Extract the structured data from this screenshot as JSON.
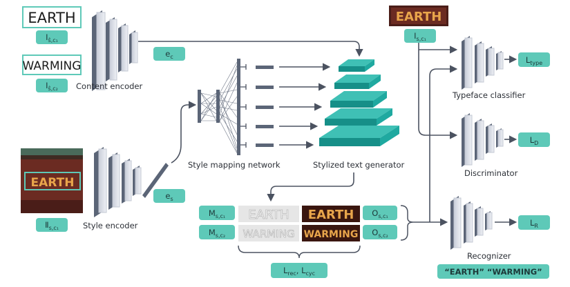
{
  "labels": {
    "content_encoder": "Content encoder",
    "style_encoder": "Style encoder",
    "style_mapping": "Style mapping network",
    "stylized_generator": "Stylized text generator",
    "typeface_classifier": "Typeface classifier",
    "discriminator": "Discriminator",
    "recognizer": "Recognizer"
  },
  "words": {
    "earth": "EARTH",
    "warming": "WARMING",
    "recognizer_output": "“EARTH” “WARMING”"
  },
  "tags": {
    "ec": {
      "main": "e",
      "sub": "c"
    },
    "es": {
      "main": "e",
      "sub": "s"
    },
    "i_hat_c1": {
      "main": "I",
      "sub": "ŝ,c₁"
    },
    "i_hat_c2": {
      "main": "I",
      "sub": "ŝ,c₂"
    },
    "i_s_c1_top": {
      "main": "I",
      "sub": "s,c₁"
    },
    "i_s_c1_style": {
      "main": "Ⅱ",
      "sub": "s,c₁"
    },
    "m1": {
      "main": "M",
      "sub": "s,c₁"
    },
    "m2": {
      "main": "M",
      "sub": "s,c₂"
    },
    "o1": {
      "main": "O",
      "sub": "s,c₁"
    },
    "o2": {
      "main": "O",
      "sub": "s,c₂"
    },
    "l_type": {
      "main": "L",
      "sub": "type"
    },
    "l_d": {
      "main": "L",
      "sub": "D"
    },
    "l_r": {
      "main": "L",
      "sub": "R"
    },
    "l_rec_cyc": {
      "main": "L",
      "sub": "rec",
      "sep": ", L",
      "sub2": "cyc"
    }
  },
  "colors": {
    "teal_tag": "#5ec9b8",
    "teal_block": "#1fa9a0",
    "layer_light": "#dde1ea",
    "layer_dark": "#5b6577",
    "arrow": "#4b5260",
    "brown": "#6b2b22",
    "gold": "#e8a54b"
  }
}
